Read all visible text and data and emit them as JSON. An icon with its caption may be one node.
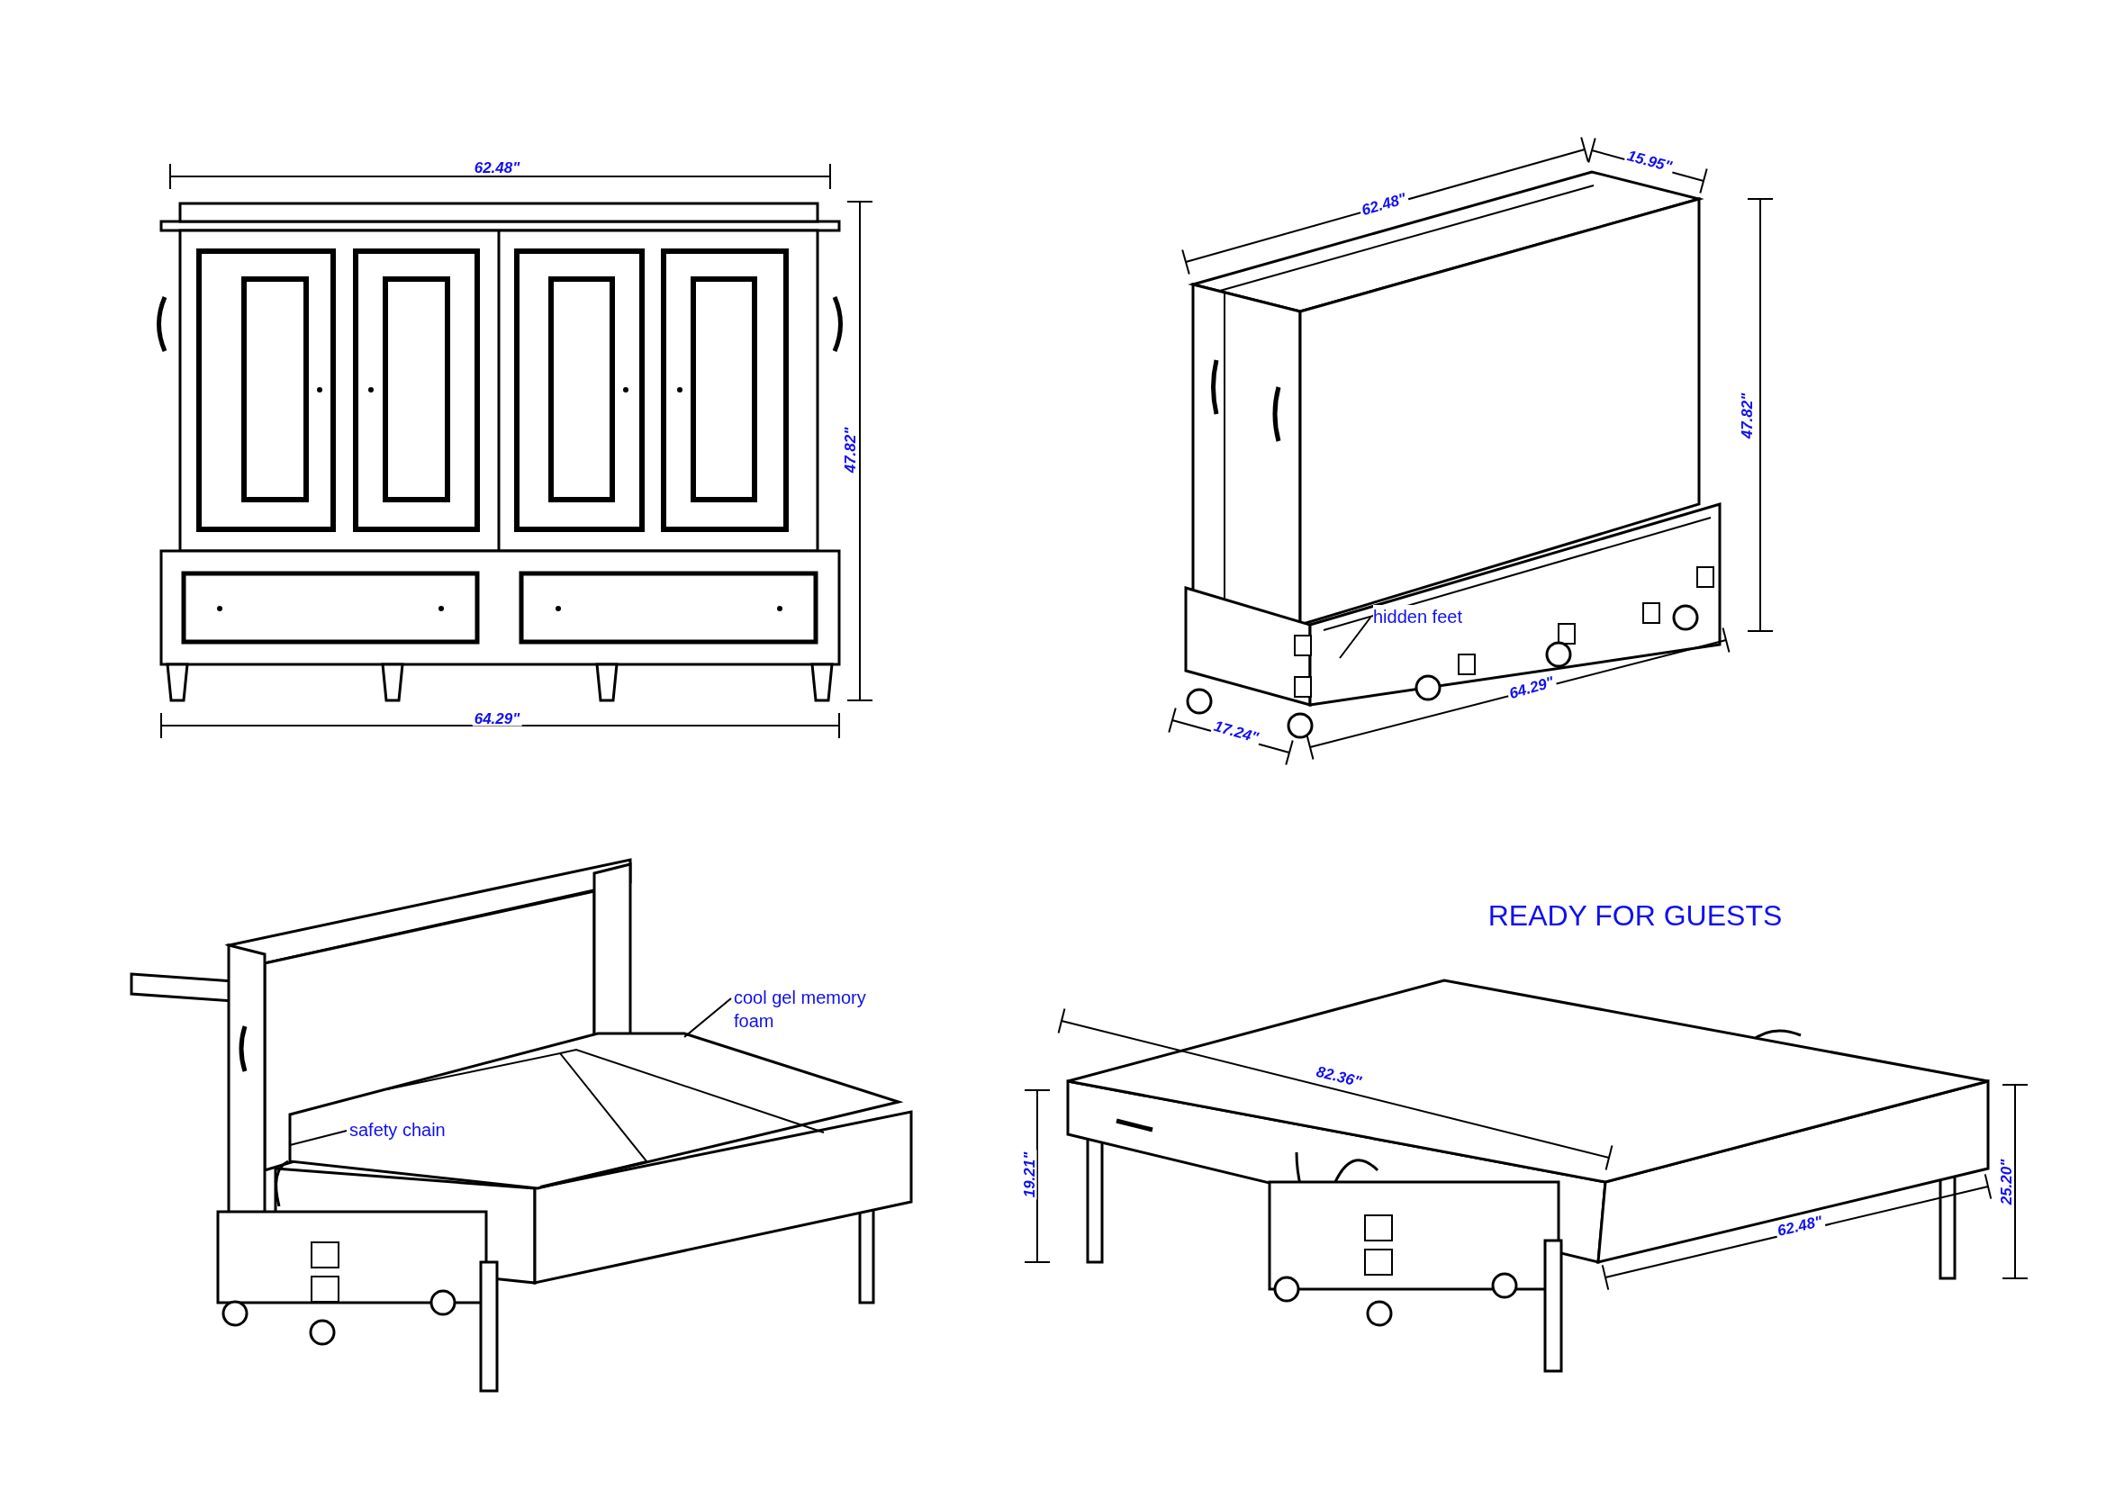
{
  "diagram": {
    "nodes": [
      {
        "text": [
          "hidden feet"
        ]
      },
      {
        "text": [
          "safety chain"
        ]
      },
      {
        "text": [
          "cool gel memory foam"
        ]
      }
    ],
    "edges": [
      {
        "from": 0,
        "to": null,
        "arrow": "none"
      },
      {
        "from": 1,
        "to": null,
        "arrow": "none"
      },
      {
        "from": 2,
        "to": null,
        "arrow": "none"
      }
    ],
    "labels": [
      "62.48\"",
      "47.82\"",
      "64.29\"",
      "62.48\"",
      "15.95\"",
      "47.82\"",
      "64.29\"",
      "17.24\"",
      "READY FOR GUESTS",
      "82.36\"",
      "19.21\"",
      "25.20\"",
      "62.48\""
    ]
  }
}
